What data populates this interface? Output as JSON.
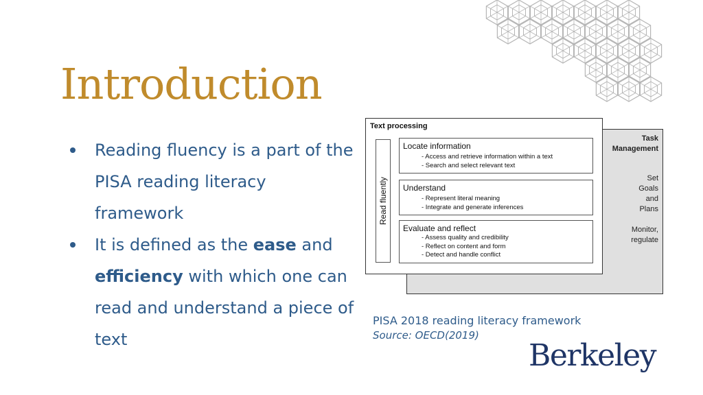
{
  "slide": {
    "title": "Introduction",
    "bullets": [
      {
        "text_before": "Reading fluency is a part of the PISA  reading literacy framework"
      },
      {
        "text_before": "It is defined as the ",
        "bold1": "ease",
        "text_mid": " and ",
        "bold2": "efficiency",
        "text_after": " with which one can read and understand a piece of text"
      }
    ]
  },
  "figure": {
    "front_title": "Text processing",
    "vertical_label": "Read fluently",
    "processes": [
      {
        "heading": "Locate information",
        "items": [
          "- Access and retrieve information within a text",
          "- Search and select relevant text"
        ]
      },
      {
        "heading": "Understand",
        "items": [
          "- Represent literal meaning",
          "- Integrate and generate inferences"
        ]
      },
      {
        "heading": "Evaluate and reflect",
        "items": [
          "- Assess quality and credibility",
          "- Reflect on content and form",
          "- Detect and handle conflict"
        ]
      }
    ],
    "task_title_1": "Task",
    "task_title_2": "Management",
    "task_items_1": [
      "Set",
      "Goals",
      "and",
      "Plans"
    ],
    "task_items_2": [
      "Monitor,",
      "regulate"
    ]
  },
  "caption": {
    "line1": "PISA 2018 reading literacy framework",
    "line2": "Source: OECD(2019)"
  },
  "logo": {
    "text": "Berkeley"
  },
  "colors": {
    "title": "#c08b2c",
    "body": "#2e5b8a",
    "logo": "#1f3566",
    "pattern": "#b5b5b5"
  }
}
